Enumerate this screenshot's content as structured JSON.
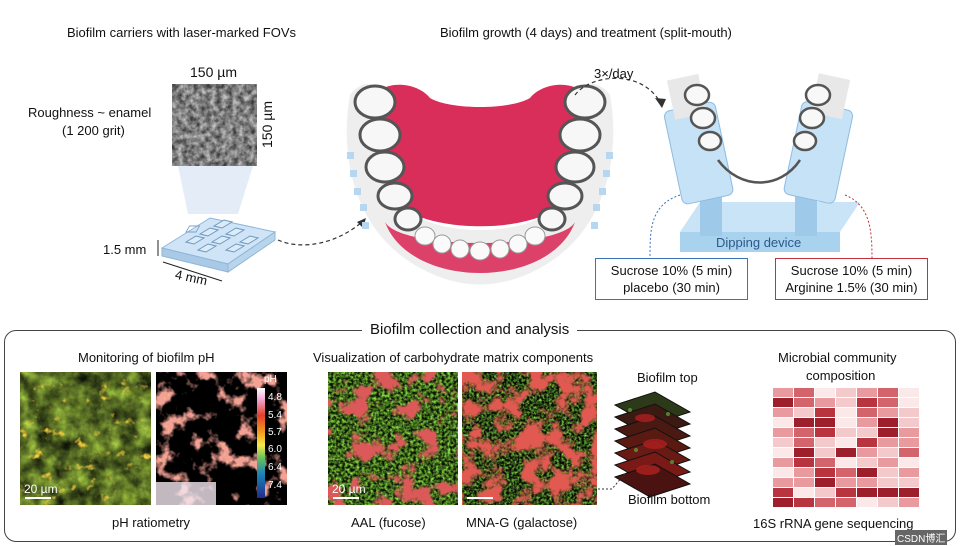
{
  "top": {
    "carriers_title": "Biofilm carriers with laser-marked FOVs",
    "growth_title": "Biofilm growth (4 days) and treatment (split-mouth)",
    "fov_dim_top": "150 µm",
    "fov_dim_side": "150 µm",
    "roughness_line1": "Roughness ~ enamel",
    "roughness_line2": "(1 200 grit)",
    "carrier_height": "1.5 mm",
    "carrier_width": "4 mm",
    "frequency": "3×/day",
    "device_label": "Dipping device",
    "left_treatment": {
      "line1": "Sucrose 10% (5 min)",
      "line2": "placebo (30 min)",
      "border_color": "#3b73b9"
    },
    "right_treatment": {
      "line1": "Sucrose 10% (5 min)",
      "line2": "Arginine 1.5% (30 min)",
      "border_color": "#c2303c"
    }
  },
  "bottom": {
    "section_title": "Biofilm collection and analysis",
    "ph": {
      "title": "Monitoring of biofilm pH",
      "caption": "pH ratiometry",
      "scale": "20 µm",
      "legend_title": "pH",
      "legend_ticks": [
        "4.8",
        "5.4",
        "5.7",
        "6.0",
        "6.4",
        "7.4"
      ]
    },
    "carbo": {
      "title": "Visualization of carbohydrate matrix components",
      "caption_left": "AAL (fucose)",
      "caption_right": "MNA-G (galactose)",
      "scale": "20 µm",
      "stack_top": "Biofilm top",
      "stack_bottom": "Biofilm bottom"
    },
    "micro": {
      "title_line1": "Microbial community",
      "title_line2": "composition",
      "caption": "16S rRNA gene sequencing"
    }
  },
  "colors": {
    "gum": "#d92e5a",
    "device_blue": "#a9d2ee",
    "heatmap_dark": "#a6262f",
    "watermark": "CSDN博汇"
  },
  "watermark": "CSDN博汇"
}
